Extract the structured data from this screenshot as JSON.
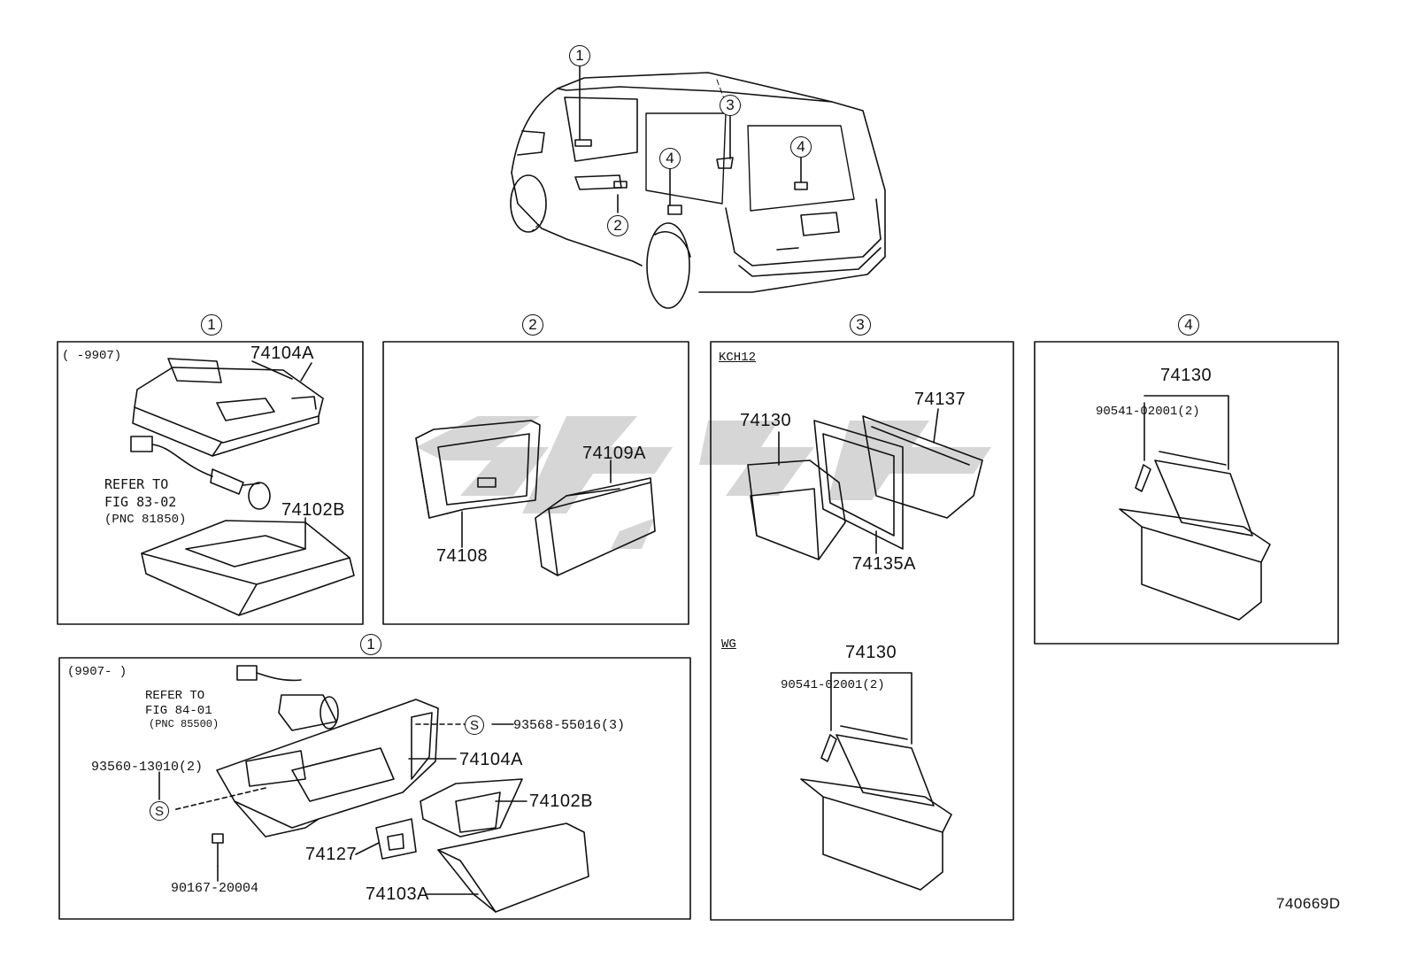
{
  "callouts": {
    "c1": "1",
    "c2": "2",
    "c3": "3",
    "c4": "4"
  },
  "panels": {
    "p1_top": {
      "range": "(      -9907)",
      "parts": {
        "a": "74104A",
        "b": "74102B"
      },
      "refer": {
        "line1": "REFER TO",
        "line2": "FIG 83-02",
        "line3": "(PNC 81850)"
      }
    },
    "p2": {
      "parts": {
        "a": "74109A",
        "b": "74108"
      }
    },
    "p3": {
      "model_a": "KCH12",
      "parts_a": {
        "a": "74130",
        "b": "74137",
        "c": "74135A"
      },
      "model_b": "WG",
      "parts_b": {
        "a": "74130",
        "b": "90541-02001(2)"
      }
    },
    "p4": {
      "parts": {
        "a": "74130",
        "b": "90541-02001(2)"
      }
    },
    "p1_bottom": {
      "range": "(9907-      )",
      "refer": {
        "line1": "REFER TO",
        "line2": "FIG 84-01",
        "line3": "(PNC 85500)"
      },
      "s_symbol": "S",
      "parts": {
        "a": "93568-55016(3)",
        "b": "74104A",
        "c": "93560-13010(2)",
        "d": "74102B",
        "e": "74127",
        "f": "90167-20004",
        "g": "74103A"
      }
    }
  },
  "footer": {
    "code": "740669D"
  },
  "watermark": {
    "color": "#c8c8c8"
  }
}
